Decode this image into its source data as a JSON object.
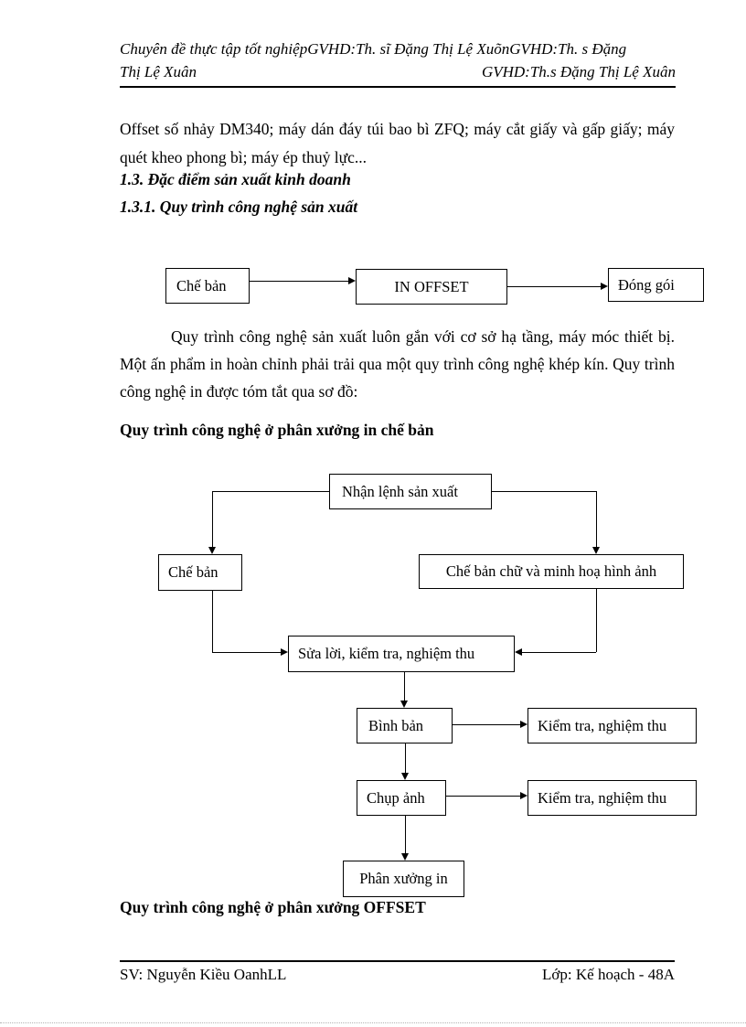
{
  "header": {
    "line1": "Chuyên đề thực tập tốt nghiệpGVHD:Th. sĩ Đặng Thị Lệ XuõnGVHD:Th. s Đặng",
    "line2_left": "Thị Lệ Xuân",
    "line2_right": "GVHD:Th.s  Đặng Thị Lệ Xuân"
  },
  "body": {
    "paragraph1": "Offset số nhảy DM340; máy dán đáy túi bao bì ZFQ; máy cắt giấy và gấp giấy; máy quét kheo phong bì; máy ép thuỷ lực...",
    "heading_1_3": "1.3. Đặc điểm sản xuất kinh doanh",
    "heading_1_3_1": "1.3.1. Quy trình công nghệ sản xuất",
    "paragraph2": "Quy trình công nghệ sản xuất luôn gắn với cơ sở hạ tầng, máy móc thiết bị. Một ấn phẩm in hoàn chỉnh phải trải qua một quy trình công nghệ khép kín. Quy trình công nghệ in được tóm tắt qua sơ đồ:",
    "flowchart_caption_1": "Quy trình công nghệ ở phân xưởng in chế bản",
    "flowchart_caption_2": "Quy trình công nghệ ở phân xưởng OFFSET"
  },
  "flowchart1": {
    "nodes": [
      {
        "label": "Chế bản"
      },
      {
        "label": "IN OFFSET"
      },
      {
        "label": "Đóng gói"
      }
    ]
  },
  "flowchart2": {
    "nodes": [
      {
        "label": "Nhận lệnh sản xuất"
      },
      {
        "label": "Chế bản"
      },
      {
        "label": "Chế bản chữ và minh hoạ hình ảnh"
      },
      {
        "label": "Sửa lời, kiểm tra, nghiệm thu"
      },
      {
        "label": "Bình bản"
      },
      {
        "label": "Kiểm tra, nghiệm thu"
      },
      {
        "label": "Chụp ảnh"
      },
      {
        "label": "Kiểm tra, nghiệm thu"
      },
      {
        "label": "Phân xưởng in"
      }
    ]
  },
  "footer": {
    "left": "SV: Nguyễn Kiều OanhLL",
    "right": "Lớp: Kế hoạch - 48A"
  }
}
